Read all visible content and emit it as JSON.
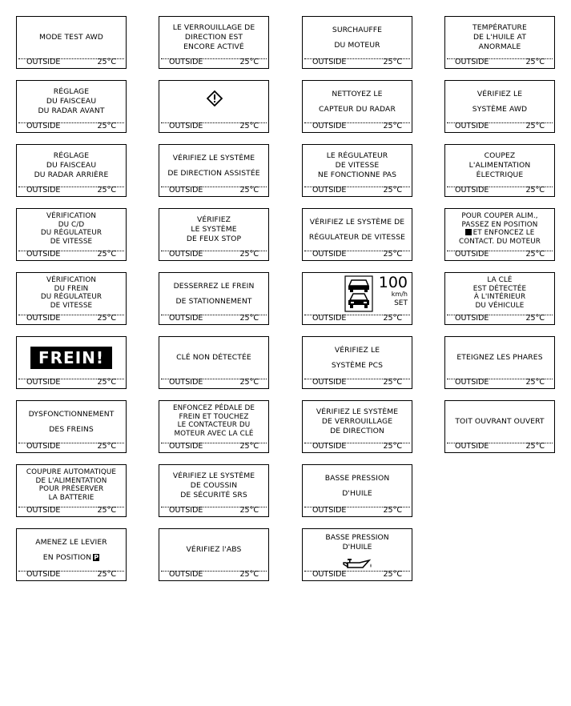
{
  "panels": [
    {
      "id": "mode-test-awd",
      "lines": [
        "MODE TEST AWD"
      ],
      "outside": "OUTSIDE",
      "temp": "25°C"
    },
    {
      "id": "verrouillage-direction-active",
      "lines": [
        "LE VERROUILLAGE DE",
        "DIRECTION EST",
        "ENCORE ACTIVÉ"
      ],
      "outside": "OUTSIDE",
      "temp": "25°C"
    },
    {
      "id": "surchauffe-moteur",
      "lines": [
        "SURCHAUFFE",
        "DU MOTEUR"
      ],
      "outside": "OUTSIDE",
      "temp": "25°C"
    },
    {
      "id": "temperature-huile",
      "lines": [
        "TEMPÉRATURE",
        "DE L'HUILE AT",
        "ANORMALE"
      ],
      "outside": "OUTSIDE",
      "temp": "25°C"
    },
    {
      "id": "reglage-radar-avant",
      "lines": [
        "RÉGLAGE",
        "DU FAISCEAU",
        "DU RADAR AVANT"
      ],
      "outside": "OUTSIDE",
      "temp": "25°C"
    },
    {
      "id": "warning-diamond",
      "lines": [],
      "icon": "warning-diamond-icon",
      "outside": "OUTSIDE",
      "temp": "25°C"
    },
    {
      "id": "nettoyez-capteur-radar",
      "lines": [
        "NETTOYEZ LE",
        "CAPTEUR DU RADAR"
      ],
      "outside": "OUTSIDE",
      "temp": "25°C"
    },
    {
      "id": "verifiez-awd",
      "lines": [
        "VÉRIFIEZ LE",
        "SYSTÈME AWD"
      ],
      "outside": "OUTSIDE",
      "temp": "25°C"
    },
    {
      "id": "reglage-radar-arriere",
      "lines": [
        "RÉGLAGE",
        "DU FAISCEAU",
        "DU RADAR ARRIÈRE"
      ],
      "outside": "OUTSIDE",
      "temp": "25°C"
    },
    {
      "id": "verifiez-direction-assistee",
      "lines": [
        "VÉRIFIEZ LE SYSTÈME",
        "DE DIRECTION ASSISTÉE"
      ],
      "outside": "OUTSIDE",
      "temp": "25°C"
    },
    {
      "id": "regulateur-ne-fonctionne-pas",
      "lines": [
        "LE RÉGULATEUR",
        "DE VITESSE",
        "NE FONCTIONNE PAS"
      ],
      "outside": "OUTSIDE",
      "temp": "25°C"
    },
    {
      "id": "coupez-alimentation",
      "lines": [
        "COUPEZ",
        "L'ALIMENTATION",
        "ÉLECTRIQUE"
      ],
      "outside": "OUTSIDE",
      "temp": "25°C"
    },
    {
      "id": "verification-cd-regulateur",
      "lines": [
        "VÉRIFICATION",
        "DU C/D",
        "DU RÉGULATEUR",
        "DE VITESSE"
      ],
      "outside": "OUTSIDE",
      "temp": "25°C"
    },
    {
      "id": "verifiez-feux-stop",
      "lines": [
        "VÉRIFIEZ",
        "LE SYSTÈME",
        "DE FEUX STOP"
      ],
      "outside": "OUTSIDE",
      "temp": "25°C"
    },
    {
      "id": "verifiez-regulateur-vitesse",
      "lines": [
        "VÉRIFIEZ LE SYSTÈME DE",
        "RÉGULATEUR DE VITESSE"
      ],
      "outside": "OUTSIDE",
      "temp": "25°C"
    },
    {
      "id": "pour-couper-alim",
      "lines": [
        "POUR COUPER ALIM.,",
        "PASSEZ EN POSITION",
        "ET ENFONCEZ LE",
        "CONTACT. DU MOTEUR"
      ],
      "outside": "OUTSIDE",
      "temp": "25°C"
    },
    {
      "id": "verification-frein-regulateur",
      "lines": [
        "VÉRIFICATION",
        "DU FREIN",
        "DU RÉGULATEUR",
        "DE VITESSE"
      ],
      "outside": "OUTSIDE",
      "temp": "25°C"
    },
    {
      "id": "desserrez-frein",
      "lines": [
        "DESSERREZ LE FREIN",
        "DE STATIONNEMENT"
      ],
      "outside": "OUTSIDE",
      "temp": "25°C"
    },
    {
      "id": "speed-set",
      "lines": [],
      "speed": "100",
      "unit": "km/h",
      "set": "SET",
      "outside": "OUTSIDE",
      "temp": "25°C"
    },
    {
      "id": "cle-detectee",
      "lines": [
        "LA CLÉ",
        "EST DÉTECTÉE",
        "À L'INTÉRIEUR",
        "DU VÉHICULE"
      ],
      "outside": "OUTSIDE",
      "temp": "25°C"
    },
    {
      "id": "frein",
      "lines": [],
      "badge": "FREIN!",
      "outside": "OUTSIDE",
      "temp": "25°C"
    },
    {
      "id": "cle-non-detectee",
      "lines": [
        "CLÉ NON DÉTECTÉE"
      ],
      "outside": "OUTSIDE",
      "temp": "25°C"
    },
    {
      "id": "verifiez-pcs",
      "lines": [
        "VÉRIFIEZ LE",
        "SYSTÈME PCS"
      ],
      "outside": "OUTSIDE",
      "temp": "25°C"
    },
    {
      "id": "eteignez-phares",
      "lines": [
        "ETEIGNEZ LES PHARES"
      ],
      "outside": "OUTSIDE",
      "temp": "25°C"
    },
    {
      "id": "dysfonctionnement-freins",
      "lines": [
        "DYSFONCTIONNEMENT",
        "DES FREINS"
      ],
      "outside": "OUTSIDE",
      "temp": "25°C"
    },
    {
      "id": "enfoncez-pedale-frein",
      "lines": [
        "ENFONCEZ PÉDALE DE",
        "FREIN ET TOUCHEZ",
        "LE CONTACTEUR DU",
        "MOTEUR AVEC LA CLÉ"
      ],
      "outside": "OUTSIDE",
      "temp": "25°C"
    },
    {
      "id": "verifiez-verrouillage-direction",
      "lines": [
        "VÉRIFIEZ LE SYSTÈME",
        "DE VERROUILLAGE",
        "DE DIRECTION"
      ],
      "outside": "OUTSIDE",
      "temp": "25°C"
    },
    {
      "id": "toit-ouvrant-ouvert",
      "lines": [
        "TOIT OUVRANT OUVERT"
      ],
      "outside": "OUTSIDE",
      "temp": "25°C"
    },
    {
      "id": "coupure-automatique",
      "lines": [
        "COUPURE AUTOMATIQUE",
        "DE L'ALIMENTATION",
        "POUR PRÉSERVER",
        "LA BATTERIE"
      ],
      "outside": "OUTSIDE",
      "temp": "25°C"
    },
    {
      "id": "verifiez-srs",
      "lines": [
        "VÉRIFIEZ LE SYSTÈME",
        "DE COUSSIN",
        "DE SÉCURITÉ SRS"
      ],
      "outside": "OUTSIDE",
      "temp": "25°C"
    },
    {
      "id": "basse-pression-huile",
      "lines": [
        "BASSE PRESSION",
        "D'HUILE"
      ],
      "outside": "OUTSIDE",
      "temp": "25°C"
    },
    {
      "id": "amenez-levier",
      "lines": [
        "AMENEZ LE LEVIER",
        "EN POSITION"
      ],
      "pos": "P",
      "outside": "OUTSIDE",
      "temp": "25°C"
    },
    {
      "id": "verifiez-abs",
      "lines": [
        "VÉRIFIEZ l'ABS"
      ],
      "outside": "OUTSIDE",
      "temp": "25°C"
    },
    {
      "id": "basse-pression-huile-icon",
      "lines": [
        "BASSE PRESSION",
        "D'HUILE"
      ],
      "icon": "oil-can-icon",
      "outside": "OUTSIDE",
      "temp": "25°C"
    }
  ]
}
